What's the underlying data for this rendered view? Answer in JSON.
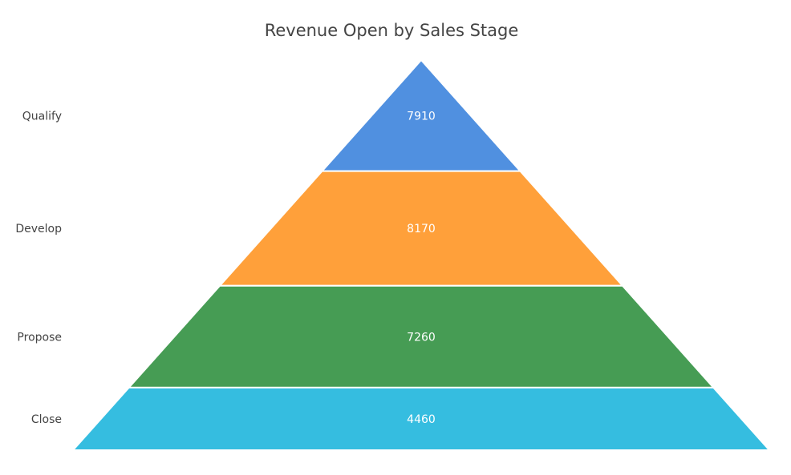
{
  "chart_data": {
    "type": "pyramid",
    "title": "Revenue Open by Sales Stage",
    "categories": [
      "Qualify",
      "Develop",
      "Propose",
      "Close"
    ],
    "values": [
      7910,
      8170,
      7260,
      4460
    ],
    "colors": [
      "#5090E0",
      "#FFA03A",
      "#469C54",
      "#35BDE0"
    ],
    "legend": "none",
    "grid": false
  }
}
